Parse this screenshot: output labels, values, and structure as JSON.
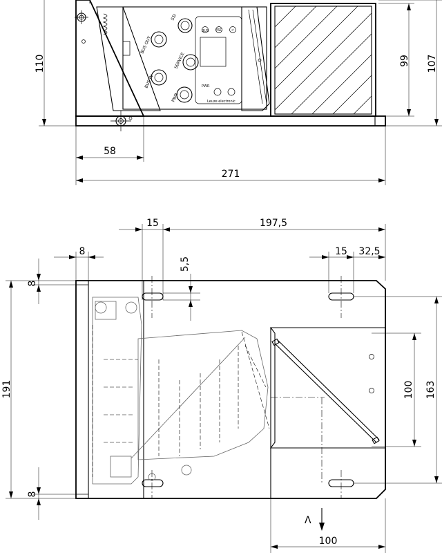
{
  "top_view": {
    "dim_height_left": "110",
    "dim_height_right_inner": "99",
    "dim_height_right_outer": "107",
    "dim_width_bracket": "58",
    "dim_width_total": "271"
  },
  "device_labels": {
    "bus_out": "BUS OUT",
    "ssi": "SSI",
    "service": "SERVICE",
    "bus_in": "BUS IN",
    "pwr": "PWR",
    "brand": "Leuze electronic",
    "esc": "ESC",
    "ok": "↵",
    "pwr_led": "PWR",
    "bus_led": "BUS"
  },
  "front_view": {
    "dim_slot_width": "15",
    "dim_slot_to_right": "197,5",
    "dim_edge_offset": "8",
    "dim_slot_height": "5,5",
    "dim_right_slot": "15",
    "dim_right_edge": "32,5",
    "dim_top_edge": "8",
    "dim_bottom_edge": "8",
    "dim_total_height": "191",
    "dim_mirror_height": "100",
    "dim_mirror_outer": "163",
    "dim_mirror_width": "100",
    "beam_marker": "Λ"
  }
}
